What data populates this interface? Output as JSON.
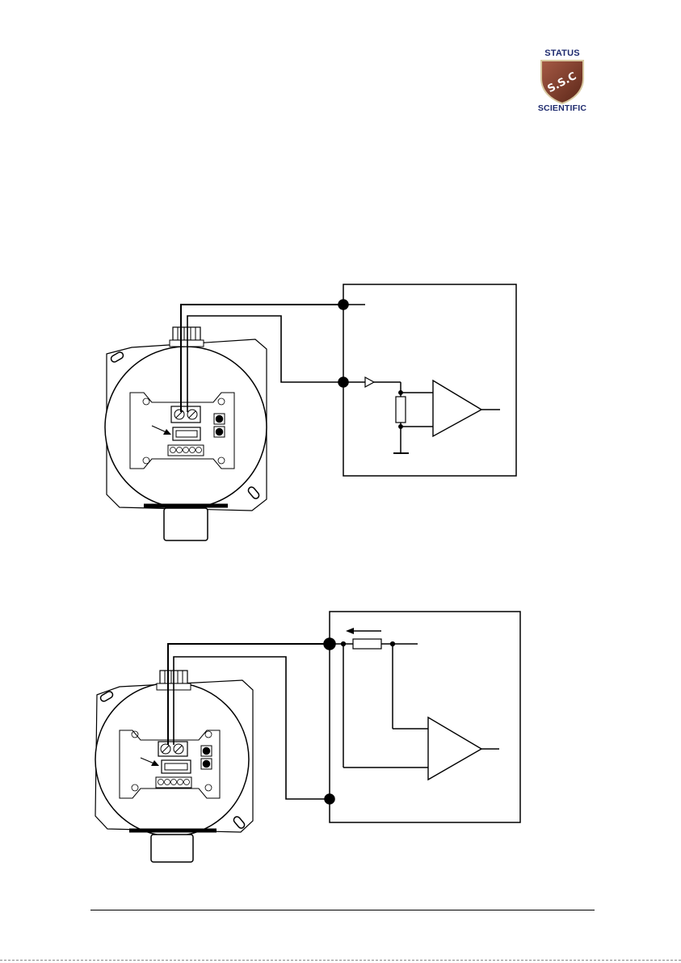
{
  "logo": {
    "top_text": "STATUS",
    "initials": "S.S.C",
    "bottom_text": "SCIENTIFIC",
    "shield_color": "#7a3b2a",
    "text_color": "#1e2a6e"
  }
}
